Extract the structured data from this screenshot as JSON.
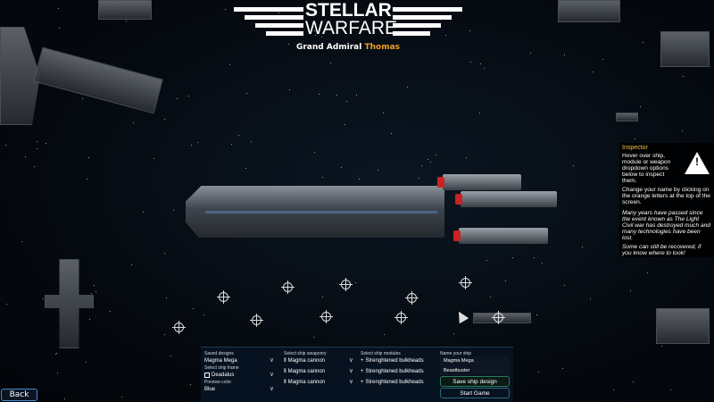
{
  "logo": {
    "line1": "STELLAR",
    "line2": "WARFARE"
  },
  "player": {
    "rank": "Grand Admiral",
    "name": "Thomas"
  },
  "inspector": {
    "title": "Inspector",
    "p1": "Hover over ship, module or weapon dropdown options below to inspect them.",
    "p2": "Change your name by clicking on the orange letters at the top of the screen.",
    "p3": "Many years have passed since the event known as The Light Civil war has destroyed much and many technologies have been lost.",
    "p4": "Some can still be recovered, if you know where to look!",
    "icon": "warning-icon"
  },
  "panel": {
    "saved_designs": {
      "label": "Saved designs",
      "value": "Magma Mega"
    },
    "ship_frame": {
      "label": "Select ship frame",
      "value": "Deadalus"
    },
    "preview_color": {
      "label": "Preview color",
      "value": "Blue"
    },
    "weaponry": {
      "label": "Select ship weaponry",
      "slots": [
        "Magma cannon",
        "Magma cannon",
        "Magma cannon"
      ]
    },
    "modules": {
      "label": "Select ship modules",
      "slots": [
        "Strenghtened bulkheads",
        "Strenghtened bulkheads",
        "Strenghtened bulkheads"
      ]
    },
    "name": {
      "label": "Name your ship",
      "value": "Magma Mega",
      "class_value": "Beastbuster"
    },
    "save_label": "Save ship design",
    "start_label": "Start Game"
  },
  "back_label": "Back"
}
